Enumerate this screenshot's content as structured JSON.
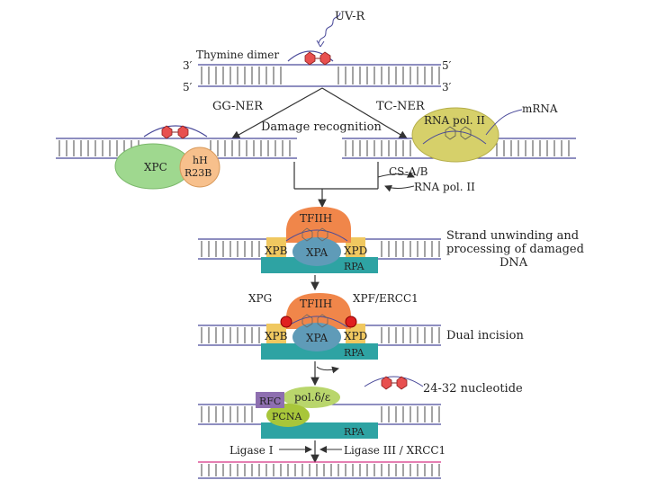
{
  "labels": {
    "uv": "UV-R",
    "thymine_dimer": "Thymine dimer",
    "three_prime": "3′",
    "five_prime": "5′",
    "gg_ner": "GG-NER",
    "tc_ner": "TC-NER",
    "damage_recognition": "Damage recognition",
    "rna_pol_ii": "RNA pol. II",
    "mrna": "mRNA",
    "xpc": "XPC",
    "hhr23b_line1": "hH",
    "hhr23b_line2": "R23B",
    "csab": "CS-A/B",
    "rna_pol_ii_small": "RNA pol. II",
    "tfiih": "TFIIH",
    "xpb": "XPB",
    "xpa": "XPA",
    "xpd": "XPD",
    "rpa": "RPA",
    "step_unwinding_1": "Strand unwinding and",
    "step_unwinding_2": "processing of damaged",
    "step_unwinding_3": "DNA",
    "xpg": "XPG",
    "xpf_ercc1": "XPF/ERCC1",
    "dual_incision": "Dual incision",
    "nucleotide": "24-32 nucleotide",
    "rfc": "RFC",
    "pol": "pol.δ/ε",
    "pcna": "PCNA",
    "ligase1": "Ligase I",
    "ligase3": "Ligase III / XRCC1"
  },
  "colors": {
    "dna_strand": "#4a4a9a",
    "dna_rung": "#333333",
    "dimer": "#e8504f",
    "xpc": "#9fd88f",
    "hhr23b": "#f7c08c",
    "rna_pol": "#d6d06a",
    "tfiih": "#f0864a",
    "xpb_xpd": "#f0c860",
    "xpa": "#5f9bb8",
    "rpa": "#2ea3a3",
    "incision": "#e02020",
    "rfc": "#8e6fb0",
    "pol": "#b9d66c",
    "pcna": "#a8c63a",
    "new_dna": "#d63384"
  }
}
